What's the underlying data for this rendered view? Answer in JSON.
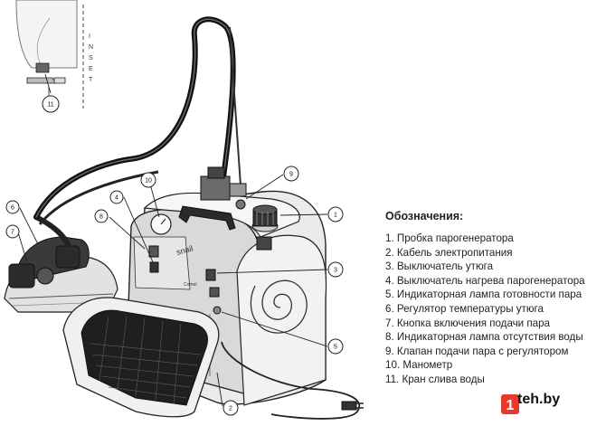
{
  "diagram": {
    "inset_label": "INSET",
    "callouts": [
      "1",
      "2",
      "3",
      "4",
      "5",
      "6",
      "7",
      "8",
      "9",
      "10",
      "11"
    ],
    "brand_label": "snail",
    "panel_label": "Comet"
  },
  "legend": {
    "title": "Обозначения:",
    "items": [
      "1. Пробка парогенератора",
      "2. Кабель электропитания",
      "3. Выключатель утюга",
      "4. Выключатель нагрева парогенератора",
      "5. Индикаторная лампа готовности пара",
      "6. Регулятор температуры утюга",
      "7. Кнопка включения подачи пара",
      "8. Индикаторная лампа отсутствия воды",
      "9. Клапан подачи пара с регулятором",
      "10. Манометр",
      "11. Кран слива воды"
    ]
  },
  "watermark": {
    "text": "teh.by",
    "accent": "#e8392b"
  }
}
